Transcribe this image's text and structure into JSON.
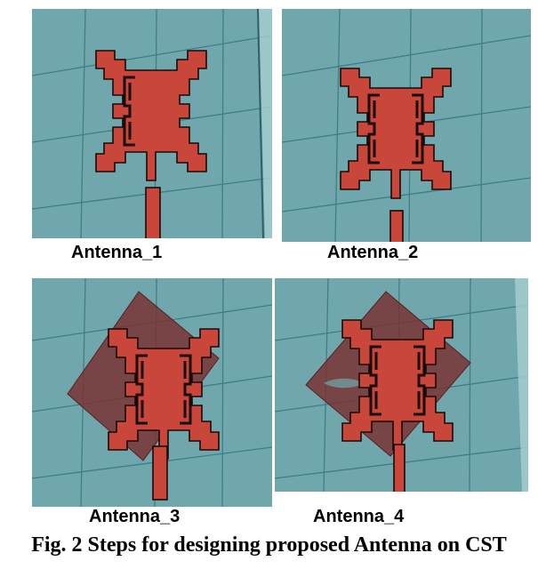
{
  "figure": {
    "caption": "Fig. 2 Steps for designing proposed Antenna on CST",
    "panels": [
      {
        "label": "Antenna_1",
        "has_ground_diamond": false,
        "has_diamond_notch": false
      },
      {
        "label": "Antenna_2",
        "has_ground_diamond": false,
        "has_diamond_notch": false
      },
      {
        "label": "Antenna_3",
        "has_ground_diamond": true,
        "has_diamond_notch": false
      },
      {
        "label": "Antenna_4",
        "has_ground_diamond": true,
        "has_diamond_notch": true
      }
    ]
  },
  "colors": {
    "substrate": "#6fa7ad",
    "grid_line": "#3f7e86",
    "patch_fill": "#c8463a",
    "patch_edge": "#1a0a08",
    "ground_diamond": "#7a2f30"
  }
}
